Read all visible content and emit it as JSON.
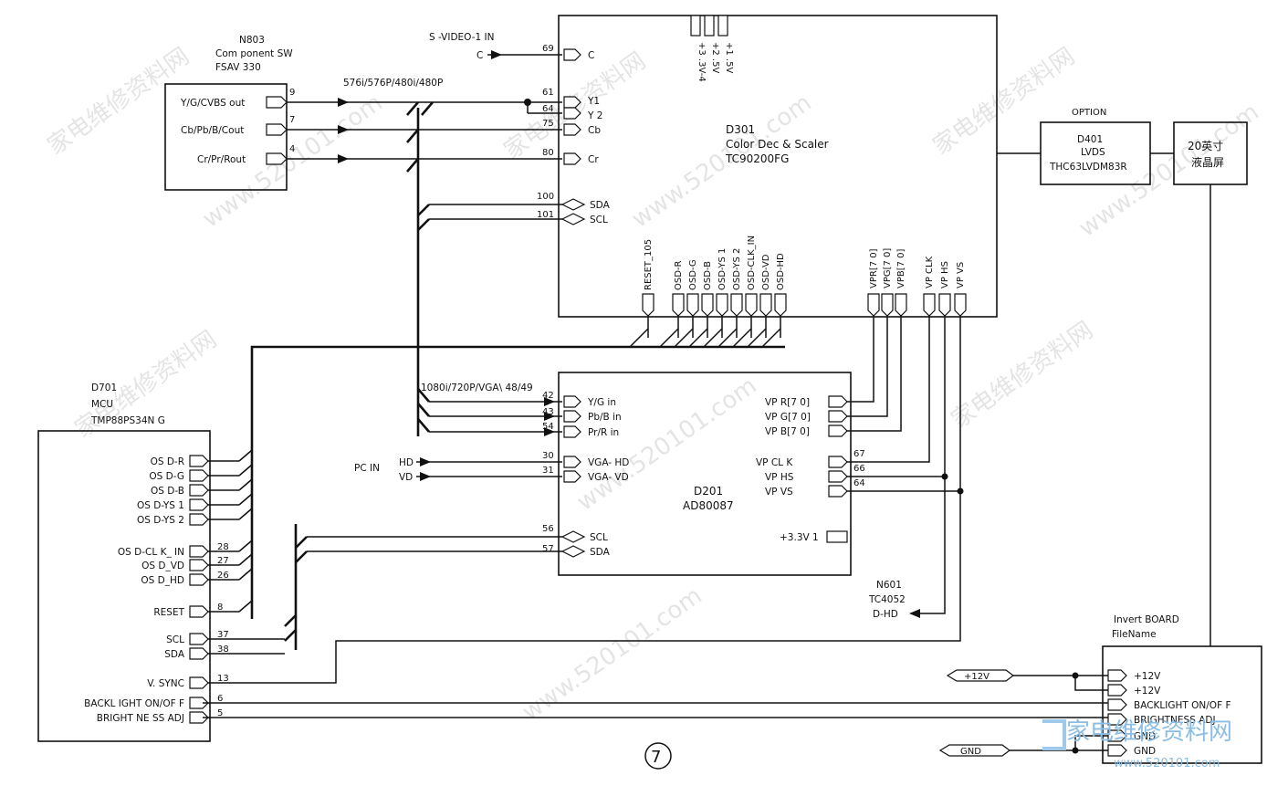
{
  "n803": {
    "ref": "N803",
    "desc": "Com ponent SW",
    "part": "FSAV 330",
    "pins": [
      {
        "label": "Y/G/CVBS out",
        "num": "9"
      },
      {
        "label": "Cb/Pb/B/Cout",
        "num": "7"
      },
      {
        "label": "Cr/Pr/Rout",
        "num": "4"
      }
    ]
  },
  "svideo": {
    "title": "S -VIDEO-1 IN",
    "signal": "C"
  },
  "bus_label_top": "576i/576P/480i/480P",
  "d301": {
    "ref": "D301",
    "desc": "Color Dec & Scaler",
    "part": "TC90200FG",
    "inputs": [
      {
        "num": "69",
        "label": "C"
      },
      {
        "num": "61",
        "label": "Y1"
      },
      {
        "num": "64",
        "label": "Y 2"
      },
      {
        "num": "75",
        "label": "Cb"
      },
      {
        "num": "80",
        "label": "Cr"
      },
      {
        "num": "100",
        "label": "SDA"
      },
      {
        "num": "101",
        "label": "SCL"
      }
    ],
    "supplies": [
      "+3 .3V-4",
      "+2 .5V",
      "+1 .5V"
    ],
    "bottom_pins": [
      "RESET_105",
      "OSD-R",
      "OSD-G",
      "OSD-B",
      "OSD-YS 1",
      "OSD-YS 2",
      "OSD-CLK_IN",
      "OSD-VD",
      "OSD-HD"
    ],
    "vp_pins": [
      "VPR[7 0]",
      "VPG[7 0]",
      "VPB[7 0]",
      "VP CLK",
      "VP HS",
      "VP VS"
    ]
  },
  "d401": {
    "header": "OPTION",
    "ref": "D401",
    "desc": "LVDS",
    "part": "THC63LVDM83R"
  },
  "lcd": {
    "label": "20英寸 液晶屏"
  },
  "bus_label_mid": "1080i/720P/VGA\\ 48/49",
  "d201": {
    "ref": "D201",
    "part": "AD80087",
    "inputs": [
      {
        "num": "42",
        "label": "Y/G in"
      },
      {
        "num": "43",
        "label": "Pb/B in"
      },
      {
        "num": "54",
        "label": "Pr/R in"
      },
      {
        "num": "30",
        "label": "VGA- HD"
      },
      {
        "num": "31",
        "label": "VGA- VD"
      },
      {
        "num": "56",
        "label": "SCL"
      },
      {
        "num": "57",
        "label": "SDA"
      }
    ],
    "outputs": [
      {
        "label": "VP R[7 0]",
        "num": ""
      },
      {
        "label": "VP G[7 0]",
        "num": ""
      },
      {
        "label": "VP B[7 0]",
        "num": ""
      },
      {
        "label": "VP CL K",
        "num": "67"
      },
      {
        "label": "VP HS",
        "num": "66"
      },
      {
        "label": "VP VS",
        "num": "64"
      }
    ],
    "supply": "+3.3V 1"
  },
  "pc_in": {
    "label": "PC IN",
    "hd": "HD",
    "vd": "VD"
  },
  "n601": {
    "ref": "N601",
    "part": "TC4052",
    "signal": "D-HD"
  },
  "d701": {
    "ref": "D701",
    "desc": "MCU",
    "part": "TMP88PS34N G",
    "pins": [
      {
        "label": "OS D-R",
        "num": ""
      },
      {
        "label": "OS D-G",
        "num": ""
      },
      {
        "label": "OS D-B",
        "num": ""
      },
      {
        "label": "OS D-YS 1",
        "num": ""
      },
      {
        "label": "OS D-YS 2",
        "num": ""
      },
      {
        "label": "OS D-CL K_ IN",
        "num": "28"
      },
      {
        "label": "OS D_VD",
        "num": "27"
      },
      {
        "label": "OS D_HD",
        "num": "26"
      },
      {
        "label": "RESET",
        "num": "8"
      },
      {
        "label": "SCL",
        "num": "37"
      },
      {
        "label": "SDA",
        "num": "38"
      },
      {
        "label": "V. SYNC",
        "num": "13"
      },
      {
        "label": "BACKL IGHT ON/OF F",
        "num": "6"
      },
      {
        "label": "BRIGHT NE SS ADJ",
        "num": "5"
      }
    ]
  },
  "invert": {
    "title": "Invert BOARD",
    "subtitle": "FileName",
    "pins": [
      "+12V",
      "+12V",
      "BACKLIGHT ON/OF F",
      "BRIGHTNESS ADJ",
      "GND",
      "GND"
    ]
  },
  "supply_12v": "+12V",
  "supply_gnd": "GND",
  "page_number": "7",
  "watermarks": [
    "家电维修资料网",
    "www.520101.com",
    "家电维修资料网",
    "www.520101.com",
    "家电维修资料网",
    "www.520101.com",
    "家电维修资料网",
    "www.520101.com",
    "家电维修资料网",
    "www.520101.com"
  ],
  "logo": {
    "text": "家电维修资料网",
    "url": "www.520101.com"
  }
}
